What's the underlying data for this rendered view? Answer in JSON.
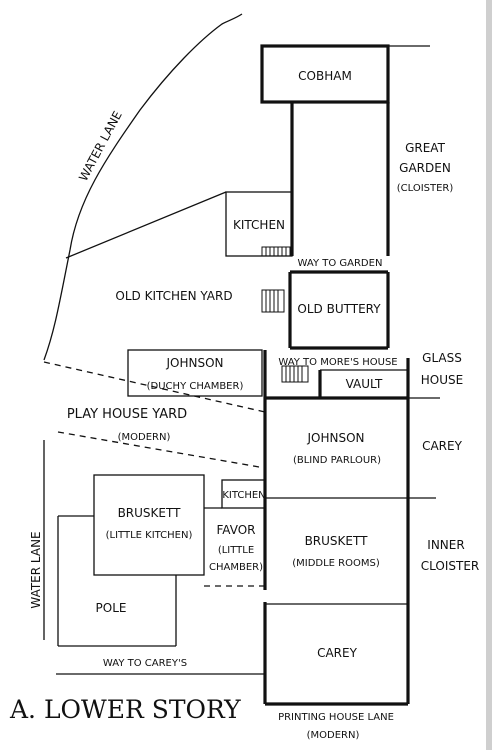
{
  "title": "A. LOWER STORY",
  "rooms": {
    "cobham": "COBHAM",
    "kitchen_upper": "KITCHEN",
    "old_buttery": "OLD BUTTERY",
    "johnson_duchy_1": "JOHNSON",
    "johnson_duchy_2": "(DUCHY CHAMBER)",
    "vault": "VAULT",
    "johnson_blind_1": "JOHNSON",
    "johnson_blind_2": "(BLIND PARLOUR)",
    "kitchen_small": "KITCHEN",
    "bruskett_little_1": "BRUSKETT",
    "bruskett_little_2": "(LITTLE KITCHEN)",
    "favor_1": "FAVOR",
    "favor_2": "(LITTLE",
    "favor_3": "CHAMBER)",
    "bruskett_middle_1": "BRUSKETT",
    "bruskett_middle_2": "(MIDDLE ROOMS)",
    "pole": "POLE",
    "carey_lower": "CAREY"
  },
  "areas": {
    "water_lane_top": "WATER LANE",
    "water_lane_left": "WATER LANE",
    "great_garden_1": "GREAT",
    "great_garden_2": "GARDEN",
    "great_garden_3": "(CLOISTER)",
    "way_to_garden": "WAY TO GARDEN",
    "old_kitchen_yard": "OLD KITCHEN YARD",
    "way_to_mores_house": "WAY TO MORE'S HOUSE",
    "glass_house_1": "GLASS",
    "glass_house_2": "HOUSE",
    "play_house_yard_1": "PLAY HOUSE YARD",
    "play_house_yard_2": "(MODERN)",
    "carey_right": "CAREY",
    "inner_cloister_1": "INNER",
    "inner_cloister_2": "CLOISTER",
    "way_to_careys": "WAY TO CAREY'S",
    "printing_house_lane_1": "PRINTING HOUSE LANE",
    "printing_house_lane_2": "(MODERN)"
  }
}
